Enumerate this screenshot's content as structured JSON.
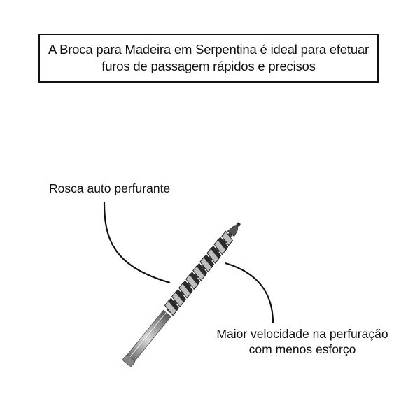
{
  "title_box": {
    "line1": "A Broca para Madeira em Serpentina é ideal para efetuar",
    "line2": "furos de passagem rápidos e precisos"
  },
  "callouts": {
    "left": {
      "text": "Rosca auto perfurante"
    },
    "right": {
      "line1": "Maior velocidade na perfuração",
      "line2": "com menos esforço"
    }
  },
  "product": {
    "name": "drill-bit-auger"
  }
}
